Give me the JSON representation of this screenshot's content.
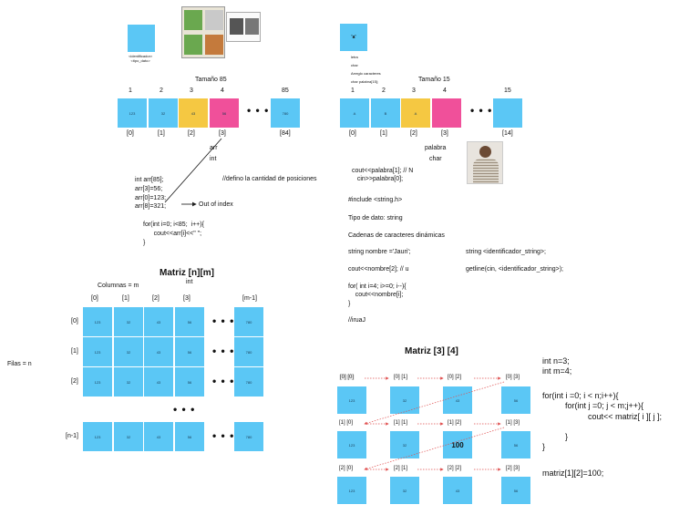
{
  "left_top": {
    "small_box_text": "<identificador>\n<tipo_dato>",
    "title": "Tamaño 85",
    "indices": [
      "1",
      "2",
      "3",
      "4",
      "85"
    ],
    "values": [
      "123",
      "32",
      "43",
      "56",
      "780"
    ],
    "subscripts": [
      "[0]",
      "[1]",
      "[2]",
      "[3]",
      "[84]"
    ],
    "arr_label": "arr",
    "int_label": "int",
    "code": "int arr[85];\narr[3]=56;\narr[0]=123;\narr[8]=321;",
    "comment": "//defino la cantidad de posiciones",
    "out_of_index": "Out of index",
    "loop": "for(int i=0; i<85;  i++){\n      cout<<arr[i]<<\" \";\n}"
  },
  "right_top": {
    "small_box_text": "'a'",
    "notes": [
      "letra",
      "char",
      "Arreglo caracteres",
      "char palabra[15];"
    ],
    "title": "Tamaño 15",
    "indices": [
      "1",
      "2",
      "3",
      "4",
      "15"
    ],
    "values": [
      "A",
      "B",
      "A",
      "",
      ""
    ],
    "subscripts": [
      "[0]",
      "[1]",
      "[2]",
      "[3]",
      "[14]"
    ],
    "palabra": "palabra",
    "char": "char",
    "code": "cout<<palabra[1]; // N\n   cin>>palabra[0];",
    "include": "#include <string.h>",
    "tipo": "Tipo de dato: string",
    "cadenas": "Cadenas de caracteres dinámicas",
    "nombre": "string nombre ='Jauri';",
    "string_decl": "string <identificador_string>;",
    "cout_nombre": "cout<<nombre[2]; // u",
    "getline": "getline(cin, <identificador_string>);",
    "for_code": "for( int i=4; i>=0; i--){\n    cout<<nombre[i];\n}",
    "reverse": "//iruaJ"
  },
  "matrix_nm": {
    "title": "Matriz [n][m]",
    "int_label": "int",
    "columnas": "Columnas = m",
    "filas": "Filas = n",
    "col_headers": [
      "[0]",
      "[1]",
      "[2]",
      "[3]",
      "[m-1]"
    ],
    "row_headers": [
      "[0]",
      "[1]",
      "[2]",
      "[n-1]"
    ],
    "values": [
      "123",
      "32",
      "43",
      "56",
      "780"
    ]
  },
  "matrix_34": {
    "title": "Matriz [3] [4]",
    "labels": [
      [
        "[0] [0]",
        "[0] [1]",
        "[0] [2]",
        "[0] [3]"
      ],
      [
        "[1] [0]",
        "[1] [1]",
        "[1] [2]",
        "[1] [3]"
      ],
      [
        "[2] [0]",
        "[2] [1]",
        "[2] [2]",
        "[2] [3]"
      ]
    ],
    "values": [
      [
        "123",
        "32",
        "43",
        "56"
      ],
      [
        "123",
        "32",
        "100",
        "56"
      ],
      [
        "123",
        "32",
        "43",
        "56"
      ]
    ],
    "code1": "int n=3;\nint m=4;",
    "code2": "for(int i =0; i < n;i++){\n          for(int j =0; j < m;j++){\n                    cout<< matriz[ i ][ j ];\n\n          }\n}",
    "code3": "matriz[1][2]=100;"
  },
  "dots": "• • •"
}
